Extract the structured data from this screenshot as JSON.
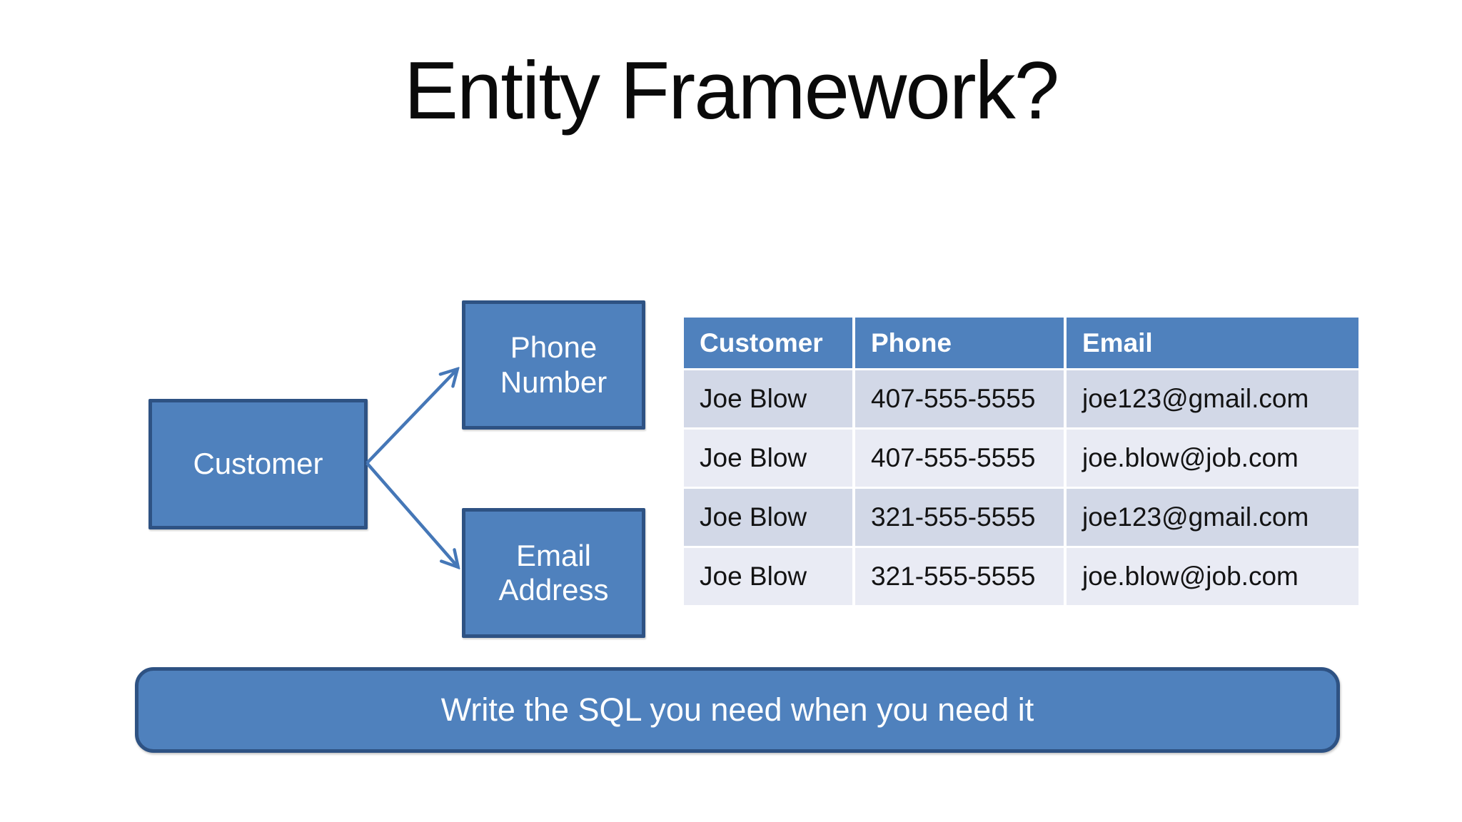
{
  "title": "Entity Framework?",
  "diagram": {
    "customer_box": "Customer",
    "phone_box": "Phone Number",
    "email_box": "Email Address"
  },
  "table": {
    "headers": [
      "Customer",
      "Phone",
      "Email"
    ],
    "rows": [
      [
        "Joe Blow",
        "407-555-5555",
        "joe123@gmail.com"
      ],
      [
        "Joe Blow",
        "407-555-5555",
        "joe.blow@job.com"
      ],
      [
        "Joe Blow",
        "321-555-5555",
        "joe123@gmail.com"
      ],
      [
        "Joe Blow",
        "321-555-5555",
        "joe.blow@job.com"
      ]
    ]
  },
  "banner": {
    "text": "Write the SQL you need when you need it"
  },
  "colors": {
    "accent_blue": "#4f81bd",
    "shape_border": "#2e5283",
    "arrow_blue": "#4577b7",
    "row_band_dark": "#d2d8e7",
    "row_band_light": "#e9ebf4",
    "header_text": "#ffffff",
    "body_text": "#131313"
  }
}
